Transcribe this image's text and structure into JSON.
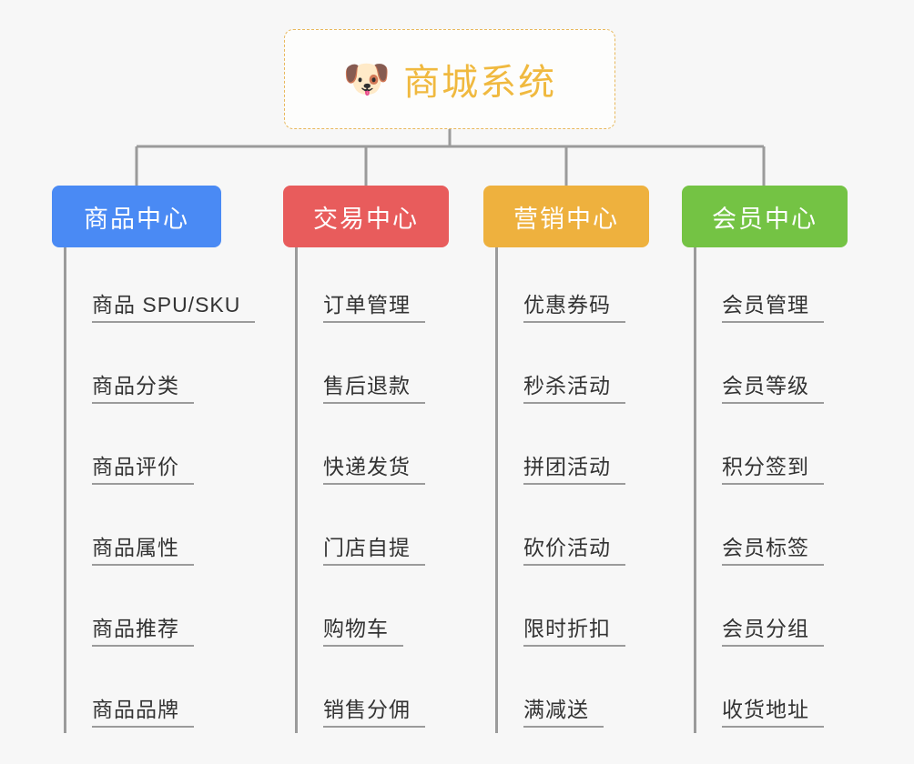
{
  "root": {
    "icon": "dog-face-emoji",
    "emoji": "🐶",
    "title": "商城系统",
    "border_color": "#e8b85c",
    "title_color": "#f0b93f"
  },
  "canvas": {
    "background_color": "#f7f7f7",
    "line_color": "#9b9b9b"
  },
  "branches": [
    {
      "id": "product",
      "label": "商品中心",
      "color": "#4a8af4",
      "items": [
        {
          "label": "商品 SPU/SKU"
        },
        {
          "label": "商品分类"
        },
        {
          "label": "商品评价"
        },
        {
          "label": "商品属性"
        },
        {
          "label": "商品推荐"
        },
        {
          "label": "商品品牌"
        }
      ]
    },
    {
      "id": "trade",
      "label": "交易中心",
      "color": "#e85c5c",
      "items": [
        {
          "label": "订单管理"
        },
        {
          "label": "售后退款"
        },
        {
          "label": "快递发货"
        },
        {
          "label": "门店自提"
        },
        {
          "label": "购物车"
        },
        {
          "label": "销售分佣"
        }
      ]
    },
    {
      "id": "marketing",
      "label": "营销中心",
      "color": "#eeb13e",
      "items": [
        {
          "label": "优惠券码"
        },
        {
          "label": "秒杀活动"
        },
        {
          "label": "拼团活动"
        },
        {
          "label": "砍价活动"
        },
        {
          "label": "限时折扣"
        },
        {
          "label": "满减送"
        }
      ]
    },
    {
      "id": "member",
      "label": "会员中心",
      "color": "#74c344",
      "items": [
        {
          "label": "会员管理"
        },
        {
          "label": "会员等级"
        },
        {
          "label": "积分签到"
        },
        {
          "label": "会员标签"
        },
        {
          "label": "会员分组"
        },
        {
          "label": "收货地址"
        }
      ]
    }
  ]
}
